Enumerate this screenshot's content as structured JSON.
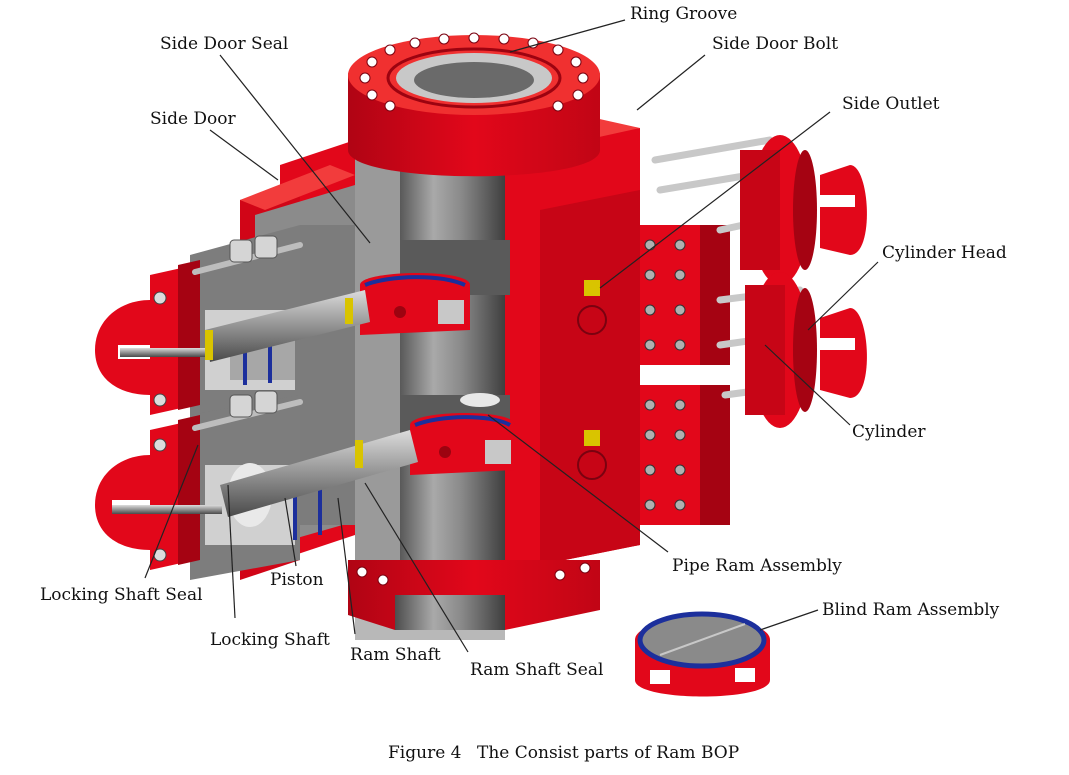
{
  "labels": {
    "ring_groove": "Ring Groove",
    "side_door_seal": "Side Door Seal",
    "side_door_bolt": "Side Door Bolt",
    "side_door": "Side Door",
    "side_outlet": "Side Outlet",
    "cylinder_head": "Cylinder Head",
    "cylinder": "Cylinder",
    "pipe_ram_assembly": "Pipe Ram Assembly",
    "blind_ram_assembly": "Blind Ram Assembly",
    "locking_shaft_seal": "Locking Shaft Seal",
    "piston": "Piston",
    "locking_shaft": "Locking Shaft",
    "ram_shaft": "Ram Shaft",
    "ram_shaft_seal": "Ram Shaft Seal"
  },
  "caption": {
    "figure_number": "Figure 4",
    "text": "The Consist parts of Ram BOP"
  },
  "colors": {
    "body_red": "#e2071a",
    "red_dark": "#a50312",
    "red_light": "#f23c3c",
    "steel": "#8c8c8c",
    "steel_light": "#c9c9c9",
    "steel_dark": "#555555",
    "seal_blue": "#1c2f9c",
    "seal_yellow": "#d9c400"
  }
}
